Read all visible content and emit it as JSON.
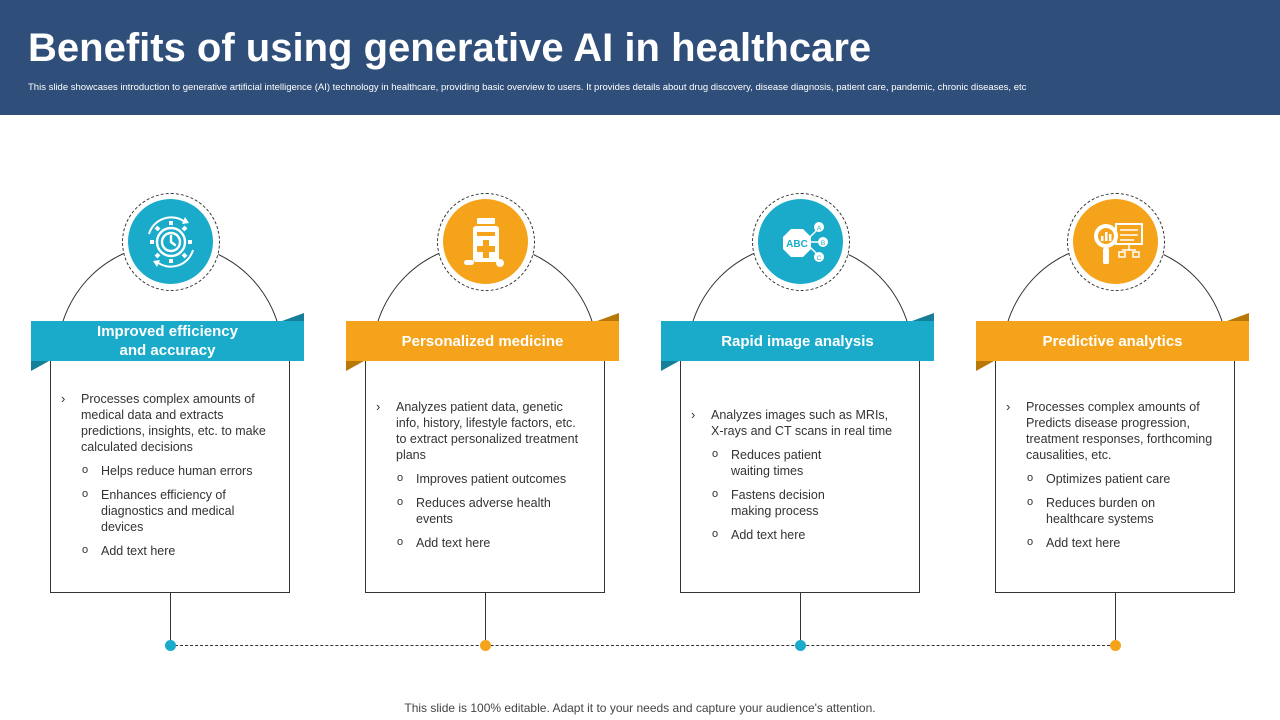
{
  "header": {
    "title": "Benefits of using generative AI in healthcare",
    "subtitle": "This slide showcases introduction to generative artificial intelligence (AI) technology in healthcare, providing basic overview to users. It provides details about drug discovery, disease diagnosis, patient care, pandemic, chronic diseases, etc"
  },
  "colors": {
    "header_bg": "#2f4e79",
    "teal": "#1aabcb",
    "orange": "#f5a31a"
  },
  "cards": [
    {
      "icon": "gear-clock-icon",
      "title_line1": "Improved efficiency",
      "title_line2": "and accuracy",
      "main": "Processes complex amounts of medical data and extracts predictions, insights, etc. to make calculated decisions",
      "subs": [
        "Helps reduce human errors",
        "Enhances efficiency of diagnostics and medical devices",
        "Add text here"
      ]
    },
    {
      "icon": "medicine-bottle-icon",
      "title_line1": "Personalized medicine",
      "main": "Analyzes patient data, genetic info, history, lifestyle factors, etc. to extract personalized treatment plans",
      "subs": [
        "Improves patient outcomes",
        "Reduces adverse health events",
        "Add text here"
      ]
    },
    {
      "icon": "abc-network-icon",
      "title_line1": "Rapid image analysis",
      "main": "Analyzes images such as MRIs, X-rays and CT scans in real time",
      "subs": [
        "Reduces patient waiting times",
        "Fastens decision making process",
        "Add text here"
      ]
    },
    {
      "icon": "magnifier-chart-icon",
      "title_line1": "Predictive analytics",
      "main": "Processes complex amounts of Predicts disease progression, treatment responses, forthcoming causalities, etc.",
      "subs": [
        "Optimizes patient care",
        "Reduces burden on healthcare systems",
        "Add text here"
      ]
    }
  ],
  "icon_labels": {
    "abc": "ABC",
    "a": "A",
    "b": "B",
    "c": "C"
  },
  "footer": "This slide is 100% editable. Adapt it to your needs and capture your audience's attention."
}
